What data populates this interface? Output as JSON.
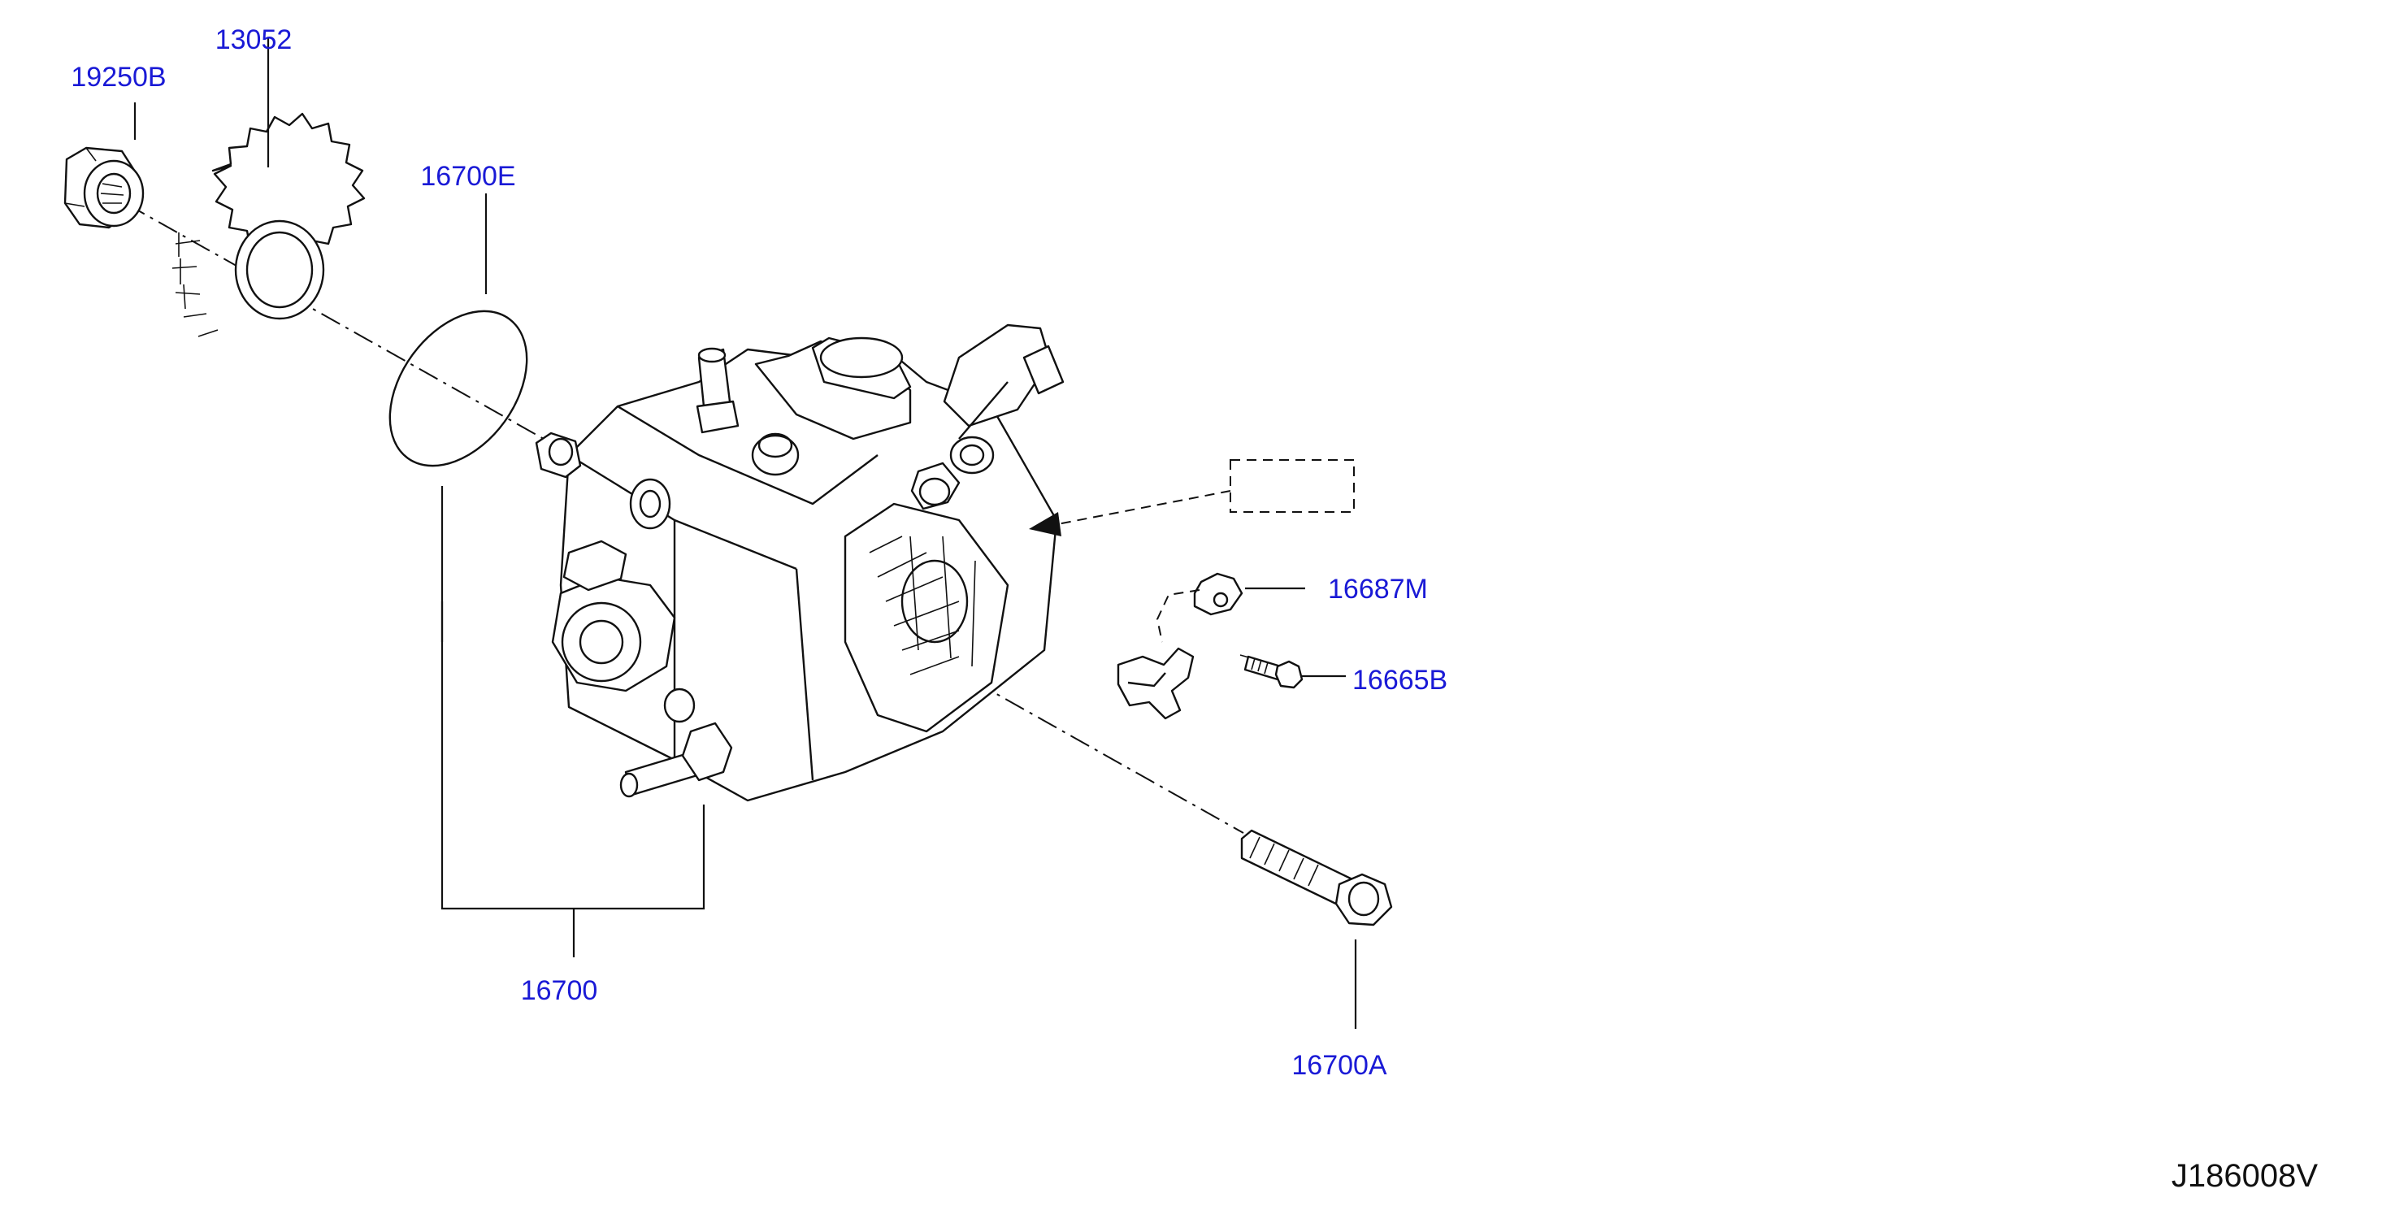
{
  "diagram": {
    "reference_code": "J186008V",
    "label_color": "#1a1ad6",
    "line_color": "#111111",
    "background": "#ffffff",
    "parts": [
      {
        "id": "nut",
        "label": "19250B"
      },
      {
        "id": "gear",
        "label": "13052"
      },
      {
        "id": "o-ring",
        "label": "16700E"
      },
      {
        "id": "injection-pump",
        "label": "16700"
      },
      {
        "id": "bracket",
        "label": "16687M"
      },
      {
        "id": "screw",
        "label": "16665B"
      },
      {
        "id": "bolt",
        "label": "16700A"
      }
    ]
  }
}
